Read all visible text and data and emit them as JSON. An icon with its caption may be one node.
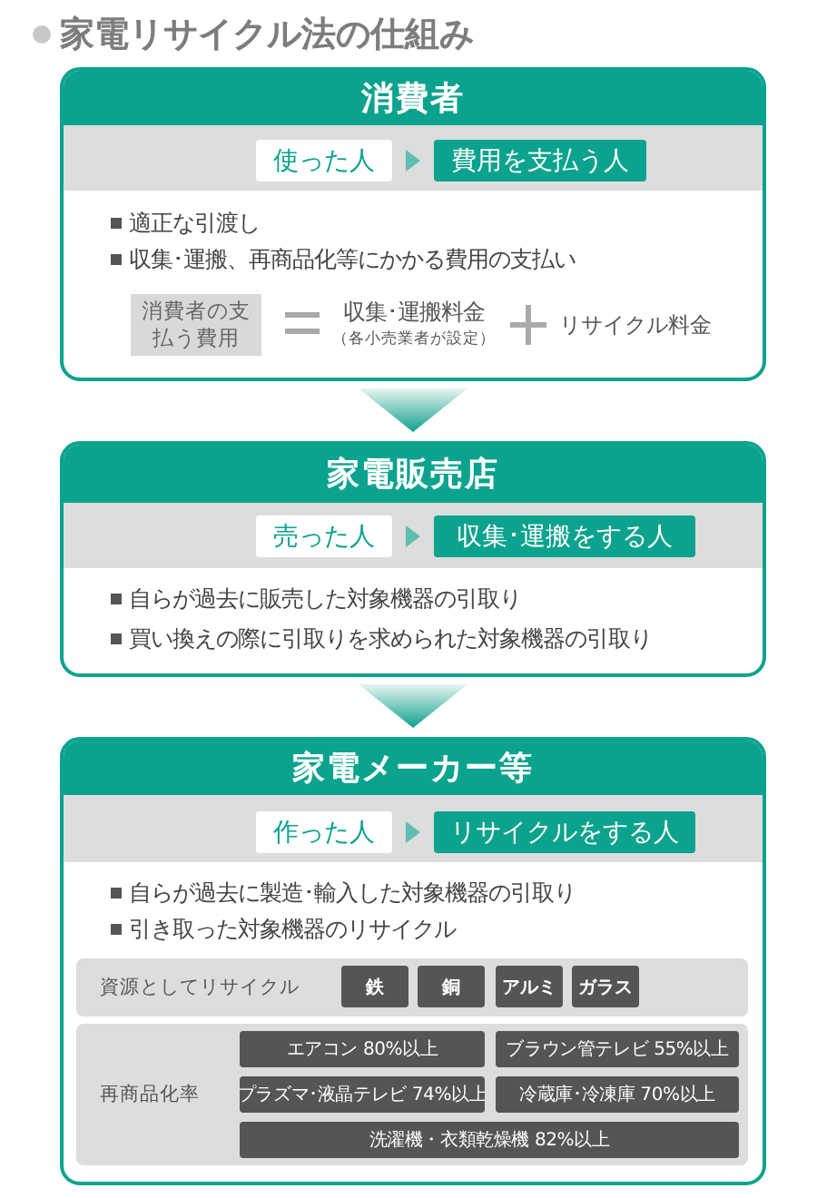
{
  "diagram": {
    "title": "家電リサイクル法の仕組み",
    "nodes": [
      {
        "text": [
          "消費者",
          "適正な引渡し",
          "収集･運搬、再商品化等にかかる費用の支払い"
        ]
      },
      {
        "text": [
          "使った人"
        ],
        "in": 0
      },
      {
        "text": [
          "費用を支払う人"
        ],
        "in": 0
      },
      {
        "text": [
          "消費者の支払う費用"
        ],
        "in": 0
      },
      {
        "text": [
          "家電販売店",
          "自らが過去に販売した対象機器の引取り",
          "買い換えの際に引取りを求められた対象機器の引取り"
        ]
      },
      {
        "text": [
          "売った人"
        ],
        "in": 4
      },
      {
        "text": [
          "収集･運搬をする人"
        ],
        "in": 4
      },
      {
        "text": [
          "家電メーカー等",
          "自らが過去に製造･輸入した対象機器の引取り",
          "引き取った対象機器のリサイクル"
        ]
      },
      {
        "text": [
          "作った人"
        ],
        "in": 7
      },
      {
        "text": [
          "リサイクルをする人"
        ],
        "in": 7
      },
      {
        "text": [
          "資源としてリサイクル"
        ],
        "in": 7
      },
      {
        "text": [
          "鉄"
        ],
        "in": 10
      },
      {
        "text": [
          "銅"
        ],
        "in": 10
      },
      {
        "text": [
          "アルミ"
        ],
        "in": 10
      },
      {
        "text": [
          "ガラス"
        ],
        "in": 10
      },
      {
        "text": [
          "再商品化率"
        ],
        "in": 7
      },
      {
        "text": [
          "エアコン 80%以上"
        ],
        "in": 15
      },
      {
        "text": [
          "ブラウン管テレビ 55%以上"
        ],
        "in": 15
      },
      {
        "text": [
          "プラズマ･液晶テレビ 74%以上"
        ],
        "in": 15
      },
      {
        "text": [
          "冷蔵庫･冷凍庫 70%以上"
        ],
        "in": 15
      },
      {
        "text": [
          "洗濯機・衣類乾燥機 82%以上"
        ],
        "in": 15
      }
    ],
    "edges": [
      {
        "from": 1,
        "to": 2,
        "arrow": "to"
      },
      {
        "from": 0,
        "to": 4,
        "arrow": "to"
      },
      {
        "from": 5,
        "to": 6,
        "arrow": "to"
      },
      {
        "from": 4,
        "to": 7,
        "arrow": "to"
      },
      {
        "from": 8,
        "to": 9,
        "arrow": "to"
      }
    ],
    "labels": [
      "収集･運搬料金",
      "（各小売業者が設定）",
      "リサイクル料金"
    ]
  }
}
